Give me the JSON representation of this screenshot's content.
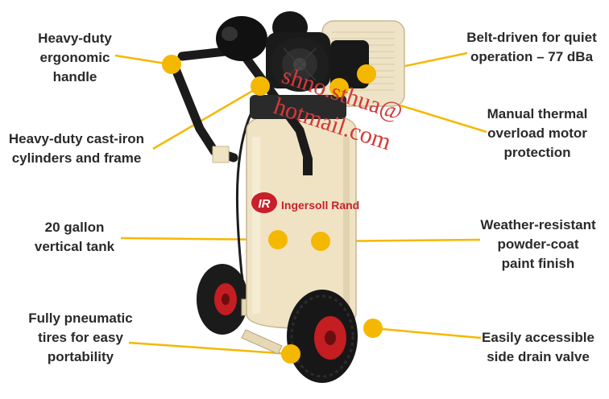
{
  "features": {
    "handle": [
      "Heavy-duty",
      "ergonomic",
      "handle"
    ],
    "cylinders": [
      "Heavy-duty cast-iron",
      "cylinders and frame"
    ],
    "tank": [
      "20 gallon",
      "vertical tank"
    ],
    "tires": [
      "Fully pneumatic",
      "tires for easy",
      "portability"
    ],
    "belt": [
      "Belt-driven for quiet",
      "operation – 77 dBa"
    ],
    "thermal": [
      "Manual thermal",
      "overload motor",
      "protection"
    ],
    "paint": [
      "Weather-resistant",
      "powder-coat",
      "paint finish"
    ],
    "drain": [
      "Easily accessible",
      "side drain valve"
    ]
  },
  "brand": {
    "name": "Ingersoll Rand",
    "logo": "IR"
  },
  "watermark": {
    "line1": "shno.sthua@",
    "line2": "hotmail.com"
  },
  "colors": {
    "marker": "#f5b800",
    "leader": "#f5b800",
    "tank": "#efe3c4",
    "brand_red": "#c8202a",
    "text": "#2a2a2a",
    "watermark": "#d23a3a"
  }
}
